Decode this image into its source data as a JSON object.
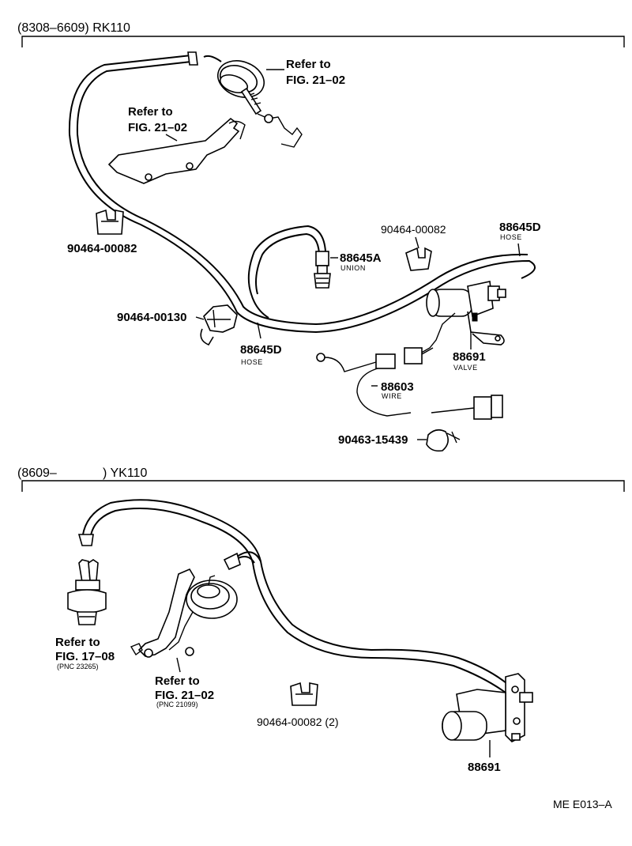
{
  "sections": {
    "top_header": "(8308–6609) RK110",
    "bottom_header_start": "(8609–",
    "bottom_header_end": ") YK110"
  },
  "top": {
    "refer_a_line1": "Refer to",
    "refer_a_line2": "FIG. 21–02",
    "refer_b_line1": "Refer to",
    "refer_b_line2": "FIG. 21–02",
    "clip_left": "90464-00082",
    "clip_right": "90464-00082",
    "union_num": "88645A",
    "union_name": "UNION",
    "hose_right_num": "88645D",
    "hose_right_name": "HOSE",
    "clamp": "90464-00130",
    "hose_lower_num": "88645D",
    "hose_lower_name": "HOSE",
    "valve_num": "88691",
    "valve_name": "VALVE",
    "wire_num": "88603",
    "wire_name": "WIRE",
    "band": "90463-15439"
  },
  "bottom": {
    "refer_c_line1": "Refer to",
    "refer_c_line2": "FIG. 17–08",
    "refer_c_pnc": "(PNC 23265)",
    "refer_d_line1": "Refer to",
    "refer_d_line2": "FIG. 21–02",
    "refer_d_pnc": "(PNC 21099)",
    "clip": "90464-00082 (2)",
    "valve_num": "88691"
  },
  "footer": {
    "code": "ME E013–A"
  }
}
